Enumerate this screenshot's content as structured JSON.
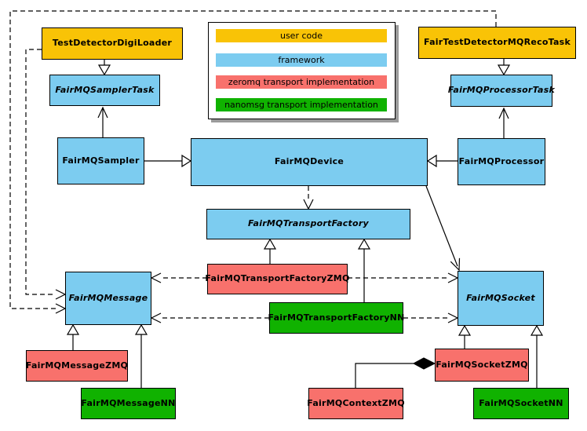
{
  "legend": {
    "items": [
      {
        "label": "user code",
        "color": "#F9C306"
      },
      {
        "label": "framework",
        "color": "#7CCCF0"
      },
      {
        "label": "zeromq transport implementation",
        "color": "#F8716C"
      },
      {
        "label": "nanomsg transport implementation",
        "color": "#10B200"
      }
    ]
  },
  "nodes": {
    "TestDetectorDigiLoader": {
      "label": "TestDetectorDigiLoader",
      "category": "user code",
      "abstract": false
    },
    "FairTestDetectorMQRecoTask": {
      "label": "FairTestDetectorMQRecoTask",
      "category": "user code",
      "abstract": false
    },
    "FairMQSamplerTask": {
      "label": "FairMQSamplerTask",
      "category": "framework",
      "abstract": true
    },
    "FairMQProcessorTask": {
      "label": "FairMQProcessorTask",
      "category": "framework",
      "abstract": true
    },
    "FairMQSampler": {
      "label": "FairMQSampler",
      "category": "framework",
      "abstract": false
    },
    "FairMQDevice": {
      "label": "FairMQDevice",
      "category": "framework",
      "abstract": false
    },
    "FairMQProcessor": {
      "label": "FairMQProcessor",
      "category": "framework",
      "abstract": false
    },
    "FairMQTransportFactory": {
      "label": "FairMQTransportFactory",
      "category": "framework",
      "abstract": true
    },
    "FairMQTransportFactoryZMQ": {
      "label": "FairMQTransportFactoryZMQ",
      "category": "zeromq transport implementation",
      "abstract": false
    },
    "FairMQTransportFactoryNN": {
      "label": "FairMQTransportFactoryNN",
      "category": "nanomsg transport implementation",
      "abstract": false
    },
    "FairMQMessage": {
      "label": "FairMQMessage",
      "category": "framework",
      "abstract": true
    },
    "FairMQSocket": {
      "label": "FairMQSocket",
      "category": "framework",
      "abstract": true
    },
    "FairMQMessageZMQ": {
      "label": "FairMQMessageZMQ",
      "category": "zeromq transport implementation",
      "abstract": false
    },
    "FairMQMessageNN": {
      "label": "FairMQMessageNN",
      "category": "nanomsg transport implementation",
      "abstract": false
    },
    "FairMQContextZMQ": {
      "label": "FairMQContextZMQ",
      "category": "zeromq transport implementation",
      "abstract": false
    },
    "FairMQSocketZMQ": {
      "label": "FairMQSocketZMQ",
      "category": "zeromq transport implementation",
      "abstract": false
    },
    "FairMQSocketNN": {
      "label": "FairMQSocketNN",
      "category": "nanomsg transport implementation",
      "abstract": false
    }
  },
  "edges": [
    {
      "from": "TestDetectorDigiLoader",
      "to": "FairMQSamplerTask",
      "type": "inheritance"
    },
    {
      "from": "FairTestDetectorMQRecoTask",
      "to": "FairMQProcessorTask",
      "type": "inheritance"
    },
    {
      "from": "FairMQSampler",
      "to": "FairMQDevice",
      "type": "inheritance"
    },
    {
      "from": "FairMQProcessor",
      "to": "FairMQDevice",
      "type": "inheritance"
    },
    {
      "from": "FairMQSampler",
      "to": "FairMQSamplerTask",
      "type": "association"
    },
    {
      "from": "FairMQProcessor",
      "to": "FairMQProcessorTask",
      "type": "association"
    },
    {
      "from": "FairMQDevice",
      "to": "FairMQSocket",
      "type": "association"
    },
    {
      "from": "FairMQDevice",
      "to": "FairMQTransportFactory",
      "type": "dependency"
    },
    {
      "from": "TestDetectorDigiLoader",
      "to": "FairMQMessage",
      "type": "dependency"
    },
    {
      "from": "FairTestDetectorMQRecoTask",
      "to": "FairMQMessage",
      "type": "dependency"
    },
    {
      "from": "FairMQTransportFactoryZMQ",
      "to": "FairMQTransportFactory",
      "type": "inheritance"
    },
    {
      "from": "FairMQTransportFactoryNN",
      "to": "FairMQTransportFactory",
      "type": "inheritance"
    },
    {
      "from": "FairMQTransportFactoryZMQ",
      "to": "FairMQMessage",
      "type": "dependency"
    },
    {
      "from": "FairMQTransportFactoryZMQ",
      "to": "FairMQSocket",
      "type": "dependency"
    },
    {
      "from": "FairMQTransportFactoryNN",
      "to": "FairMQMessage",
      "type": "dependency"
    },
    {
      "from": "FairMQTransportFactoryNN",
      "to": "FairMQSocket",
      "type": "dependency"
    },
    {
      "from": "FairMQMessageZMQ",
      "to": "FairMQMessage",
      "type": "inheritance"
    },
    {
      "from": "FairMQMessageNN",
      "to": "FairMQMessage",
      "type": "inheritance"
    },
    {
      "from": "FairMQSocketZMQ",
      "to": "FairMQSocket",
      "type": "inheritance"
    },
    {
      "from": "FairMQSocketNN",
      "to": "FairMQSocket",
      "type": "inheritance"
    },
    {
      "from": "FairMQSocketZMQ",
      "to": "FairMQContextZMQ",
      "type": "composition"
    }
  ]
}
